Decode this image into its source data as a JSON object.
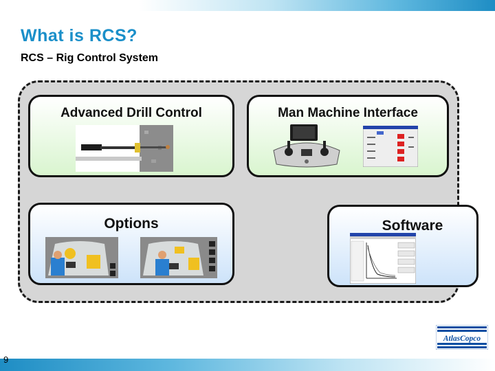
{
  "slide": {
    "title": "What is RCS?",
    "subtitle": "RCS – Rig Control System",
    "page_number": "9"
  },
  "cards": {
    "drill": {
      "label": "Advanced Drill Control"
    },
    "mmi": {
      "label": "Man Machine Interface"
    },
    "options": {
      "label": "Options"
    },
    "software": {
      "label": "Software"
    }
  },
  "logo": {
    "text": "AtlasCopco"
  },
  "colors": {
    "title": "#1a8fc9",
    "card_green": "#d9f5cf",
    "card_blue": "#cde3fa",
    "logo": "#0a4ea2"
  }
}
